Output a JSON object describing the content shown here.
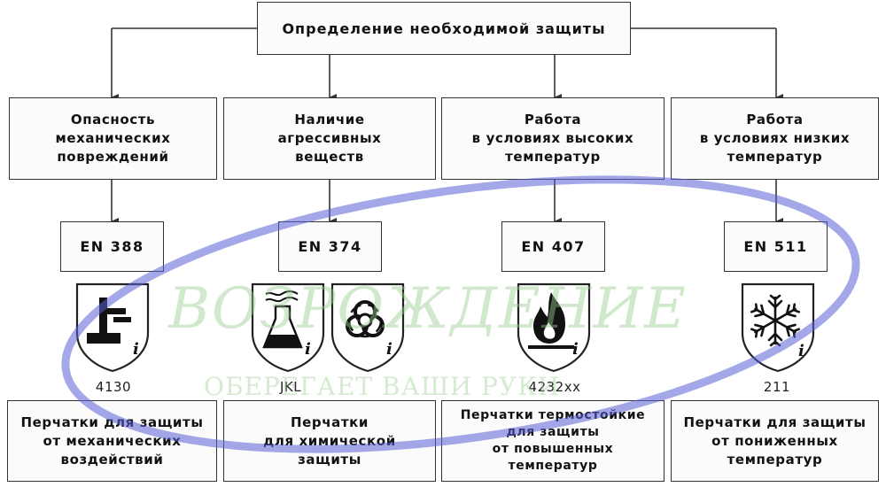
{
  "title": "Определение необходимой защиты",
  "columns": [
    {
      "hazard": "Опасность\nмеханических\nповреждений",
      "standard": "EN 388",
      "code": "4130",
      "result": "Перчатки для защиты\nот механических\nвоздействий"
    },
    {
      "hazard": "Наличие\nагрессивных\nвеществ",
      "standard": "EN 374",
      "code": "JKL",
      "result": "Перчатки\nдля химической\nзащиты"
    },
    {
      "hazard": "Работа\nв условиях высоких\nтемператур",
      "standard": "EN 407",
      "code": "4232xx",
      "result": "Перчатки термостойкие\nдля защиты\nот повышенных\nтемператур"
    },
    {
      "hazard": "Работа\nв условиях низких\nтемператур",
      "standard": "EN 511",
      "code": "211",
      "result": "Перчатки для защиты\nот пониженных\nтемператур"
    }
  ],
  "icons": [
    "mechanical-hazard-icon",
    "chemical-flask-icon",
    "biohazard-icon",
    "flame-icon",
    "snowflake-icon"
  ],
  "watermark": {
    "title": "ВОЗРОЖДЕНИЕ",
    "subtitle": "ОБЕРЕГАЕТ ВАШИ РУКИ",
    "ellipse_color": "#5a5fd6",
    "text_color": "#9fd191"
  }
}
